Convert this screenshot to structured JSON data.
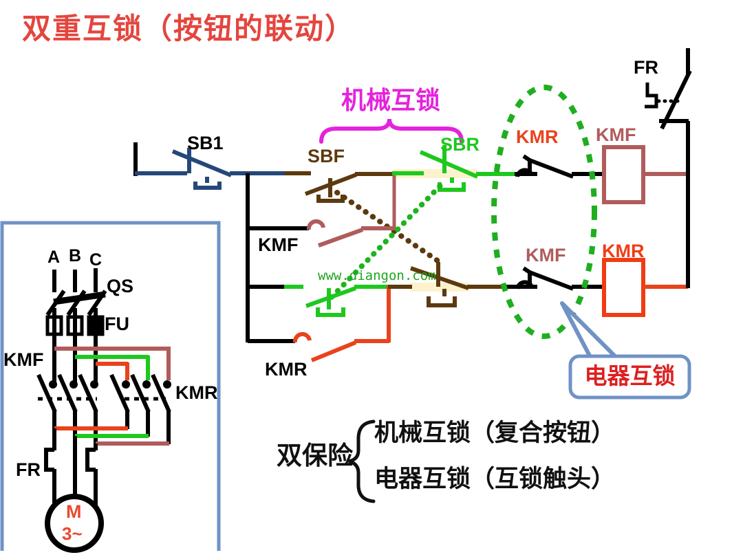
{
  "title": {
    "text": "双重互锁（按钮的联动）"
  },
  "annotations": {
    "mechanical": "机械互锁",
    "electrical": "电器互锁",
    "summary_head": "双保险",
    "summary_item1": "机械互锁（复合按钮）",
    "summary_item2": "电器互锁（互锁触头）",
    "watermark": "www.diangon.com"
  },
  "control": {
    "stop_button": "SB1",
    "forward_button": "SBF",
    "reverse_button": "SBR",
    "kmf_hold_contact": "KMF",
    "kmr_hold_contact": "KMR",
    "kmr_interlock_contact": "KMR",
    "kmf_interlock_contact": "KMF",
    "kmf_coil": "KMF",
    "kmr_coil": "KMR",
    "thermal_relay": "FR"
  },
  "power": {
    "phases": [
      "A",
      "B",
      "C"
    ],
    "switch": "QS",
    "fuse": "FU",
    "kmf_contactor": "KMF",
    "kmr_contactor": "KMR",
    "thermal_relay": "FR",
    "motor": "M",
    "motor_type": "3~"
  },
  "colors": {
    "title_red": "#e4453e",
    "magenta": "#e522dd",
    "bright_green": "#1ec81e",
    "dot_green": "#1eb41e",
    "brown": "#5c3a0e",
    "rose": "#b05c5c",
    "orange_red": "#e8431c",
    "coil_red": "#f03c14",
    "navy_blue": "#25487a",
    "steel_blue": "#7092c5",
    "black": "#000000"
  }
}
